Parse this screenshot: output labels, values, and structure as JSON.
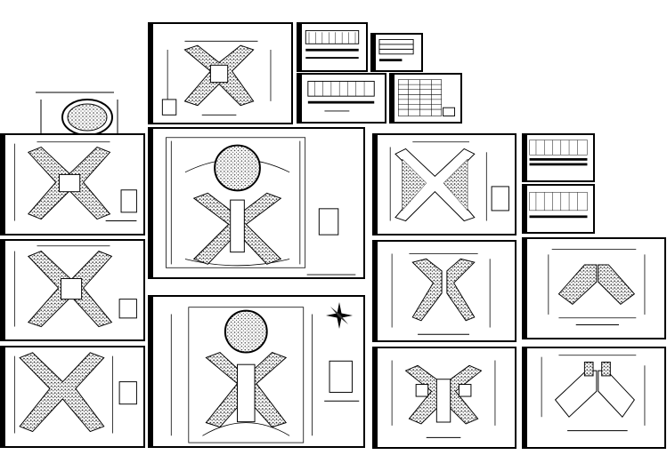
{
  "drawing": {
    "sheets": [
      {
        "id": "sheet-round-elevation",
        "kind": "round-tower"
      },
      {
        "id": "sheet-top-plan",
        "kind": "x-plan-hatched"
      },
      {
        "id": "sheet-table-a",
        "kind": "table"
      },
      {
        "id": "sheet-table-b",
        "kind": "small-table"
      },
      {
        "id": "sheet-table-c",
        "kind": "table"
      },
      {
        "id": "sheet-table-d",
        "kind": "dense-table"
      },
      {
        "id": "sheet-left-x-plan-1",
        "kind": "x-plan-hatched"
      },
      {
        "id": "sheet-site-plan",
        "kind": "site-plan"
      },
      {
        "id": "sheet-right-x-plan-1",
        "kind": "x-plan-outline"
      },
      {
        "id": "sheet-table-e",
        "kind": "table"
      },
      {
        "id": "sheet-table-f",
        "kind": "table"
      },
      {
        "id": "sheet-left-x-plan-2",
        "kind": "x-plan-hatched"
      },
      {
        "id": "sheet-right-v-plan-1",
        "kind": "v-plan"
      },
      {
        "id": "sheet-right-v-plan-2",
        "kind": "v-plan"
      },
      {
        "id": "sheet-left-x-plan-3",
        "kind": "x-plan-outline"
      },
      {
        "id": "sheet-ground-plan",
        "kind": "site-plan"
      },
      {
        "id": "sheet-right-x-plan-2",
        "kind": "x-plan-hatched"
      },
      {
        "id": "sheet-right-v-plan-3",
        "kind": "v-plan"
      }
    ],
    "colors": {
      "line": "#000000",
      "paper": "#ffffff",
      "hatch": "#444444"
    }
  }
}
